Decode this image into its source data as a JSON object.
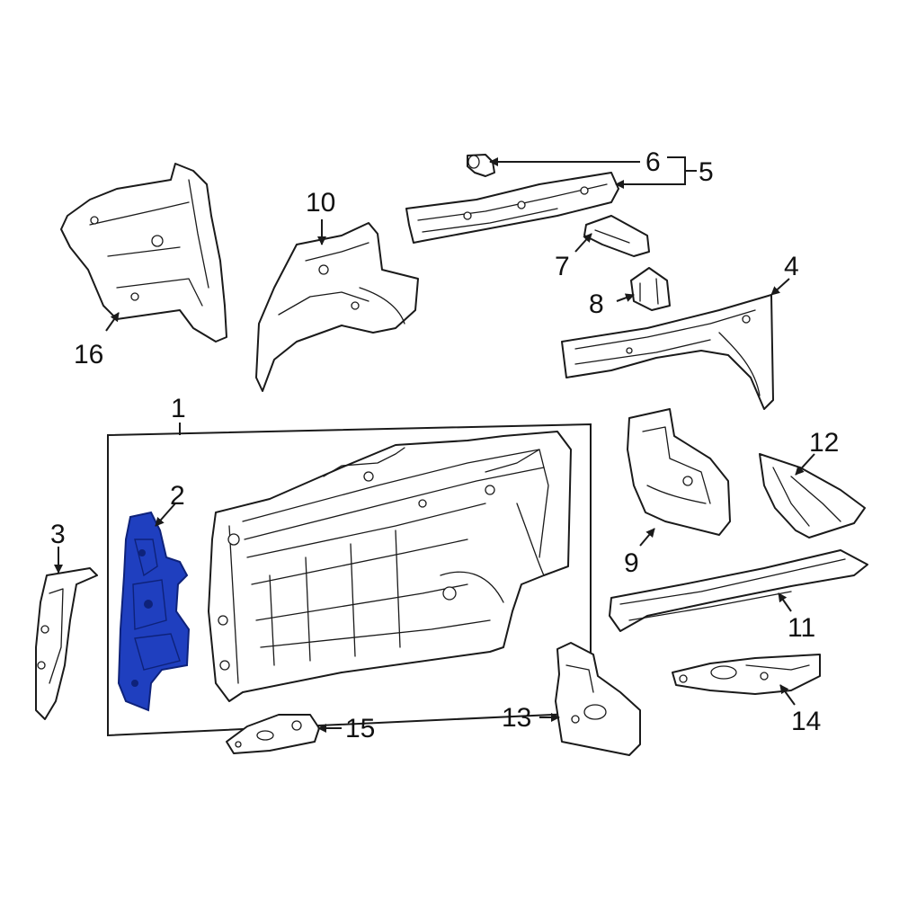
{
  "colors": {
    "highlight": "#1f3fbf",
    "highlight_dark": "#0e227a",
    "line": "#1a1a1a",
    "background": "#ffffff"
  },
  "callouts": {
    "c1": "1",
    "c2": "2",
    "c3": "3",
    "c4": "4",
    "c5": "5",
    "c6": "6",
    "c7": "7",
    "c8": "8",
    "c9": "9",
    "c10": "10",
    "c11": "11",
    "c12": "12",
    "c13": "13",
    "c14": "14",
    "c15": "15",
    "c16": "16"
  },
  "highlighted_part": "2"
}
